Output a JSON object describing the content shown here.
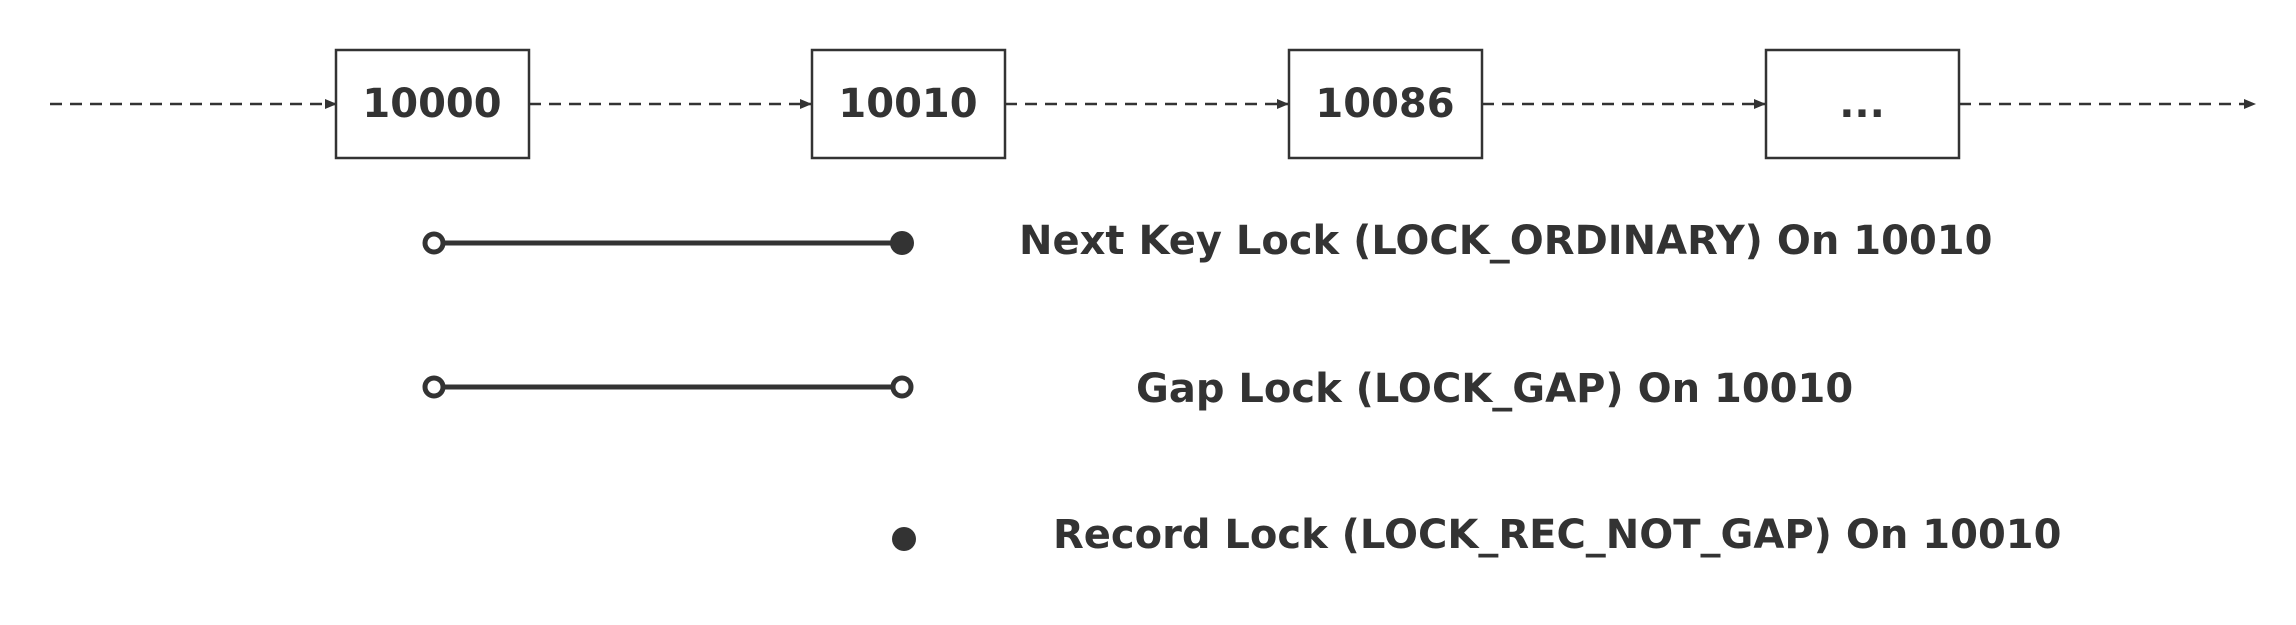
{
  "nodes": [
    {
      "label": "10000"
    },
    {
      "label": "10010"
    },
    {
      "label": "10086"
    },
    {
      "label": "..."
    }
  ],
  "legend": {
    "next_key": {
      "label": "Next Key Lock (LOCK_ORDINARY) On 10010",
      "start": "open",
      "end": "filled"
    },
    "gap": {
      "label": "Gap Lock (LOCK_GAP) On 10010",
      "start": "open",
      "end": "open"
    },
    "record": {
      "label": "Record Lock (LOCK_REC_NOT_GAP) On 10010",
      "end": "filled"
    }
  },
  "colors": {
    "stroke": "#333333",
    "background": "#ffffff"
  }
}
